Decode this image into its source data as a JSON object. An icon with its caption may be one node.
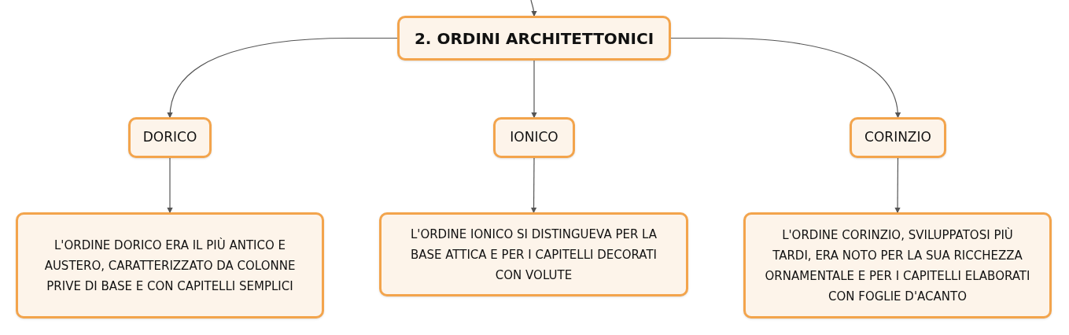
{
  "diagram": {
    "nodes": [
      {
        "text": [
          "2. ORDINI ARCHITETTONICI"
        ]
      },
      {
        "text": [
          "DORICO"
        ]
      },
      {
        "text": [
          "IONICO"
        ]
      },
      {
        "text": [
          "CORINZIO"
        ]
      },
      {
        "text": [
          "L'ORDINE DORICO ERA IL PIÙ ANTICO E AUSTERO, CARATTERIZZATO DA COLONNE PRIVE DI BASE E CON CAPITELLI SEMPLICI"
        ]
      },
      {
        "text": [
          "L'ORDINE IONICO SI DISTINGUEVA PER LA BASE ATTICA E PER I CAPITELLI DECORATI CON VOLUTE"
        ]
      },
      {
        "text": [
          "L'ORDINE CORINZIO, SVILUPPATOSI PIÙ TARDI, ERA NOTO PER LA SUA RICCHEZZA ORNAMENTALE E PER I CAPITELLI ELABORATI CON FOGLIE D'ACANTO"
        ]
      }
    ],
    "edges": [
      {
        "from": null,
        "to": 0,
        "arrow": "to"
      },
      {
        "from": 0,
        "to": 1,
        "arrow": "to"
      },
      {
        "from": 0,
        "to": 2,
        "arrow": "to"
      },
      {
        "from": 0,
        "to": 3,
        "arrow": "to"
      },
      {
        "from": 1,
        "to": 4,
        "arrow": "to"
      },
      {
        "from": 2,
        "to": 5,
        "arrow": "to"
      },
      {
        "from": 3,
        "to": 6,
        "arrow": "to"
      }
    ]
  }
}
